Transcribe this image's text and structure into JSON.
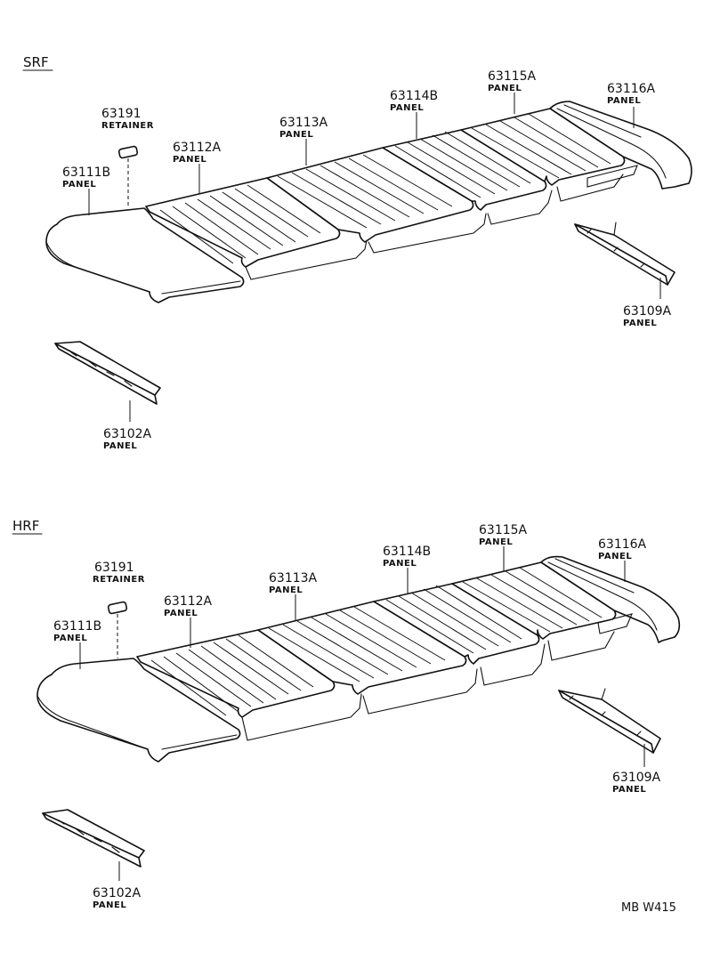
{
  "sections": [
    {
      "label": "SRF",
      "parts": [
        {
          "number": "63191",
          "name": "RETAINER"
        },
        {
          "number": "63111B",
          "name": "PANEL"
        },
        {
          "number": "63112A",
          "name": "PANEL"
        },
        {
          "number": "63113A",
          "name": "PANEL"
        },
        {
          "number": "63114B",
          "name": "PANEL"
        },
        {
          "number": "63115A",
          "name": "PANEL"
        },
        {
          "number": "63116A",
          "name": "PANEL"
        },
        {
          "number": "63109A",
          "name": "PANEL"
        },
        {
          "number": "63102A",
          "name": "PANEL"
        }
      ]
    },
    {
      "label": "HRF",
      "parts": [
        {
          "number": "63191",
          "name": "RETAINER"
        },
        {
          "number": "63111B",
          "name": "PANEL"
        },
        {
          "number": "63112A",
          "name": "PANEL"
        },
        {
          "number": "63113A",
          "name": "PANEL"
        },
        {
          "number": "63114B",
          "name": "PANEL"
        },
        {
          "number": "63115A",
          "name": "PANEL"
        },
        {
          "number": "63116A",
          "name": "PANEL"
        },
        {
          "number": "63109A",
          "name": "PANEL"
        },
        {
          "number": "63102A",
          "name": "PANEL"
        }
      ]
    }
  ],
  "figure_code": "MB W415"
}
